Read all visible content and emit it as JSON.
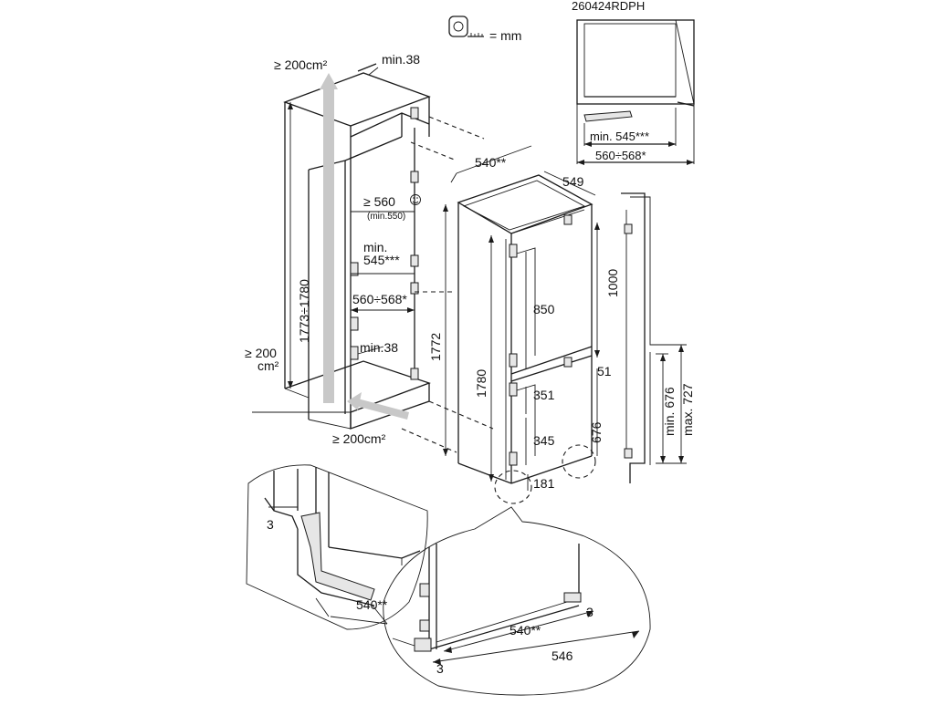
{
  "model_code": "260424RDPH",
  "unit_note": "= mm",
  "icons": {
    "tape_measure": "tape-measure-icon",
    "smiley": "smiley-icon"
  },
  "top_detail": {
    "min_depth": "min. 545***",
    "cabinet_width": "560÷568*"
  },
  "cabinet": {
    "vent_top": "≥ 200cm²",
    "top_clearance": "min.38",
    "niche_height": "1773÷1780",
    "depth": "≥ 560",
    "depth_min": "(min.550)",
    "min_label": "min.",
    "min_value": "545***",
    "width": "560÷568*",
    "vent_bottom_left_1": "≥ 200",
    "vent_bottom_left_2": "cm²",
    "bottom_clearance": "min.38",
    "vent_bottom": "≥ 200cm²"
  },
  "appliance": {
    "depth_540": "540**",
    "depth_549": "549",
    "height_1772": "1772",
    "height_1780": "1780",
    "upper_door": "1000",
    "upper_inner": "850",
    "gap": "51",
    "mid": "351",
    "lower": "345",
    "lower_door": "676",
    "foot": "181"
  },
  "side_view": {
    "min_door": "min. 676",
    "max_door": "max. 727"
  },
  "detail_left": {
    "gap": "3",
    "depth": "540**"
  },
  "detail_bottom": {
    "gap_right": "3",
    "depth": "540**",
    "width": "546",
    "gap_left": "3"
  }
}
